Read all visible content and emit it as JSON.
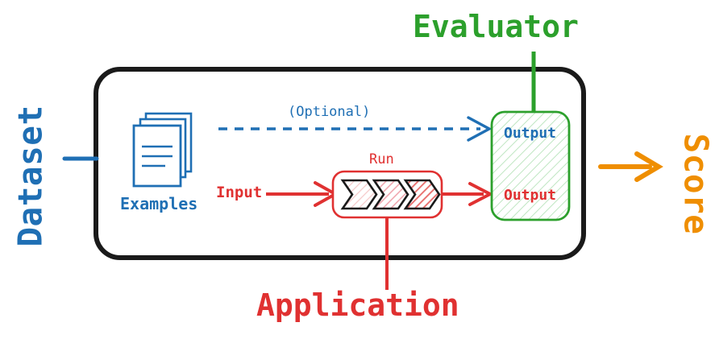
{
  "diagram": {
    "title_semantic": "evaluation-pipeline-diagram",
    "colors": {
      "blue": "#1f6fb4",
      "red": "#e03131",
      "green": "#2ca02c",
      "orange": "#ef8e00",
      "black": "#1a1a1a",
      "white": "#ffffff",
      "chevron_1_fill": "#fdeeee",
      "chevron_2_fill": "#fbd8d8",
      "chevron_3_fill": "#f7b8b8",
      "green_box_fill": "#f2fbf2"
    },
    "labels": {
      "dataset": "Dataset",
      "score": "Score",
      "evaluator": "Evaluator",
      "application": "Application",
      "examples": "Examples",
      "optional": "(Optional)",
      "input": "Input",
      "run": "Run",
      "output_blue": "Output",
      "output_red": "Output"
    },
    "nodes": [
      {
        "name": "examples-stack",
        "label": "Examples",
        "kind": "document-stack",
        "color": "blue"
      },
      {
        "name": "run-box",
        "label": "Run",
        "kind": "rounded-rect",
        "color": "red",
        "chevron_count": 3
      },
      {
        "name": "evaluator-box",
        "label": "Evaluator",
        "kind": "rounded-rect-hatched",
        "color": "green",
        "contents": [
          "Output",
          "Output"
        ]
      },
      {
        "name": "outer-container",
        "label": "",
        "kind": "rounded-rect",
        "color": "black"
      }
    ],
    "connectors": [
      {
        "name": "dataset-connector",
        "style": "solid",
        "color": "blue",
        "arrow": false
      },
      {
        "name": "optional-arrow",
        "style": "dashed",
        "color": "blue",
        "arrow": true,
        "label": "(Optional)"
      },
      {
        "name": "input-arrow",
        "style": "solid",
        "color": "red",
        "arrow": true,
        "label": "Input"
      },
      {
        "name": "run-to-output-arrow",
        "style": "solid",
        "color": "red",
        "arrow": true
      },
      {
        "name": "application-connector",
        "style": "solid",
        "color": "red",
        "arrow": false
      },
      {
        "name": "evaluator-connector",
        "style": "solid",
        "color": "green",
        "arrow": false
      },
      {
        "name": "score-arrow",
        "style": "solid",
        "color": "orange",
        "arrow": true
      }
    ]
  }
}
